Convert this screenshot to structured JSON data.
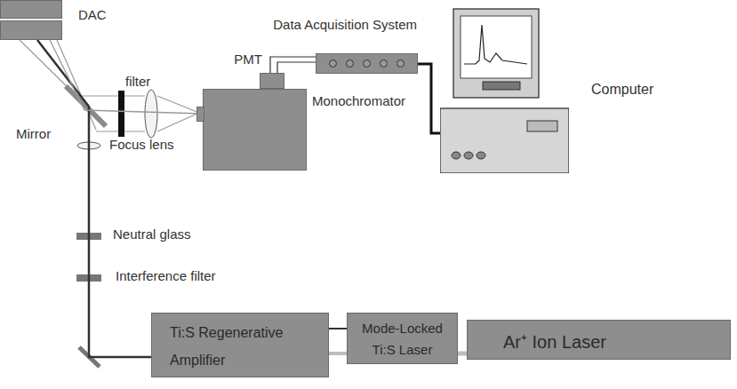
{
  "diagram": {
    "nodes": [
      {
        "text": [
          "DAC"
        ]
      },
      {
        "text": [
          "Data Acquisition System"
        ]
      },
      {
        "text": [
          "PMT"
        ]
      },
      {
        "text": [
          "Monochromator"
        ]
      },
      {
        "text": [
          "Computer"
        ]
      },
      {
        "text": [
          "Ti:S Regenerative Amplifier"
        ]
      },
      {
        "text": [
          "Mode-Locked Ti:S Laser"
        ]
      },
      {
        "text": [
          "Ar⁺ Ion Laser"
        ]
      }
    ],
    "edges": [
      {
        "from": 2,
        "to": 1,
        "arrow": "none"
      },
      {
        "from": 1,
        "to": 4,
        "arrow": "none"
      },
      {
        "from": 5,
        "to": 6,
        "arrow": "none"
      },
      {
        "from": 6,
        "to": 7,
        "arrow": "none"
      },
      {
        "from": 5,
        "to": 0,
        "arrow": "none"
      },
      {
        "from": 0,
        "to": 3,
        "arrow": "none"
      }
    ],
    "labels": [
      "Mirror",
      "filter",
      "Focus lens",
      "Neutral glass",
      "Interference filter"
    ]
  }
}
